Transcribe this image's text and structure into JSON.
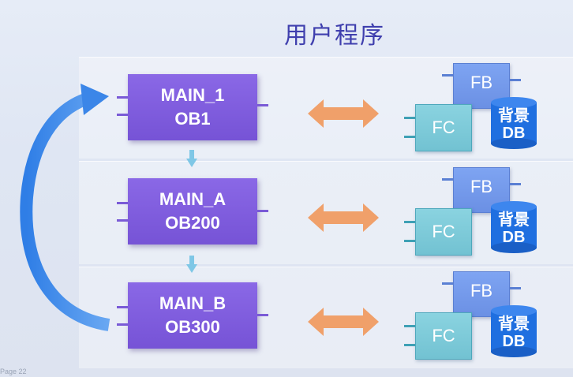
{
  "title": "用户程序",
  "colors": {
    "ob_block": "#7653d6",
    "fb_block": "#6b90e4",
    "fc_block": "#72c2d2",
    "db_cylinder": "#1f6fe0",
    "exchange_arrow": "#f0a06a",
    "loop_arrow": "#3b86e8",
    "down_arrow": "#7fc7e6"
  },
  "rows": [
    {
      "ob_name": "MAIN_1",
      "ob_number": "OB1",
      "fb_label": "FB",
      "fc_label": "FC",
      "db_line1": "背景",
      "db_line2": "DB"
    },
    {
      "ob_name": "MAIN_A",
      "ob_number": "OB200",
      "fb_label": "FB",
      "fc_label": "FC",
      "db_line1": "背景",
      "db_line2": "DB"
    },
    {
      "ob_name": "MAIN_B",
      "ob_number": "OB300",
      "fb_label": "FB",
      "fc_label": "FC",
      "db_line1": "背景",
      "db_line2": "DB"
    }
  ],
  "footer": "Page 22"
}
